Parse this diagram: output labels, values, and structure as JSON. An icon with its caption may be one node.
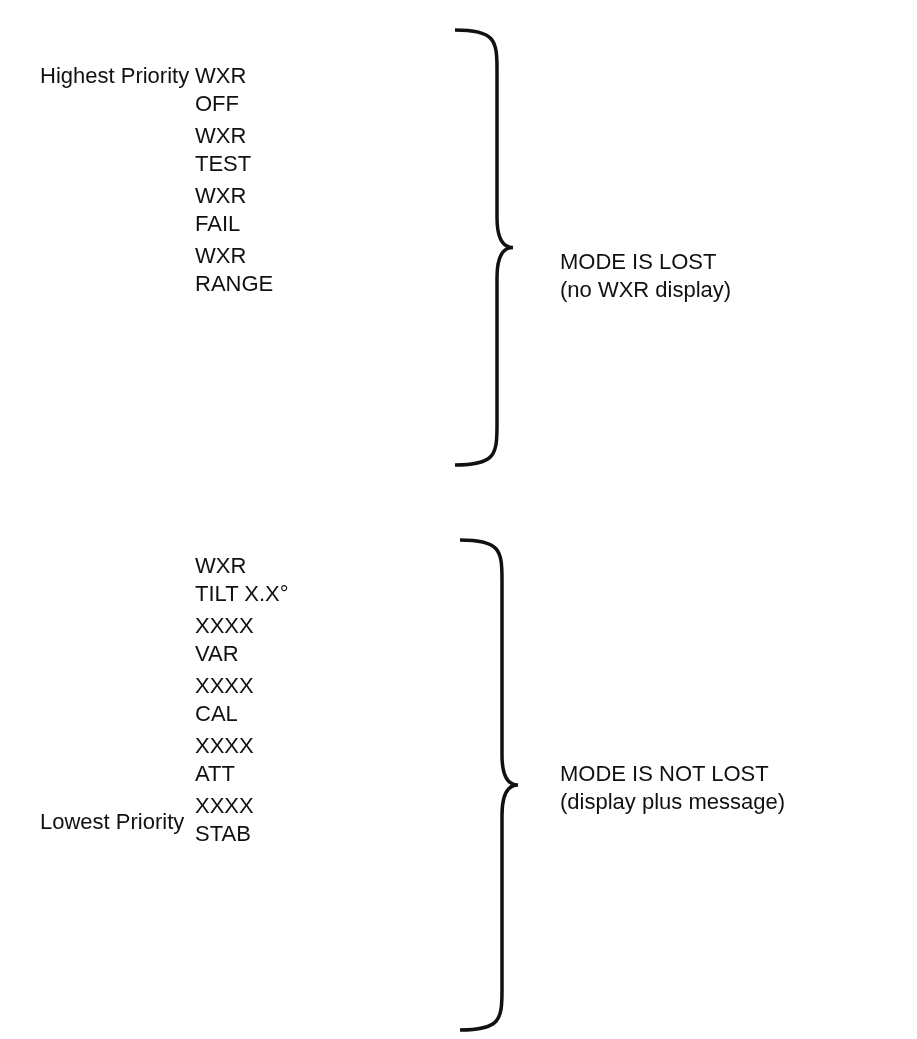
{
  "diagram": {
    "labels": [
      "Highest Priority",
      "WXR OFF",
      "WXR TEST",
      "WXR FAIL",
      "WXR RANGE",
      "MODE IS LOST (no WXR display)",
      "WXR TILT X.X°",
      "XXXX VAR",
      "XXXX CAL",
      "MODE IS NOT LOST (display plus message)",
      "XXXX ATT",
      "Lowest Priority",
      "XXXX STAB"
    ]
  }
}
